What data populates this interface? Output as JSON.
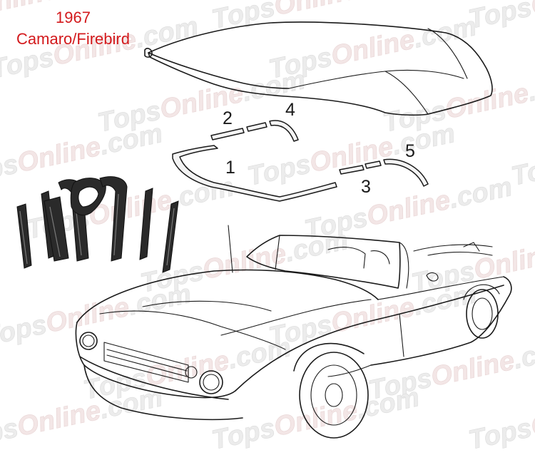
{
  "caption": {
    "year": "1967",
    "model": "Camaro/Firebird",
    "color": "#d3191c"
  },
  "watermark": {
    "part1": "Tops",
    "part2": "Online",
    "part3": ".com"
  },
  "callouts": [
    "1",
    "2",
    "3",
    "4",
    "5"
  ],
  "illustration": {
    "subject": "convertible car line drawing",
    "parts": [
      "convertible top",
      "rear window trim pieces",
      "rubber weatherstrip kit"
    ]
  }
}
